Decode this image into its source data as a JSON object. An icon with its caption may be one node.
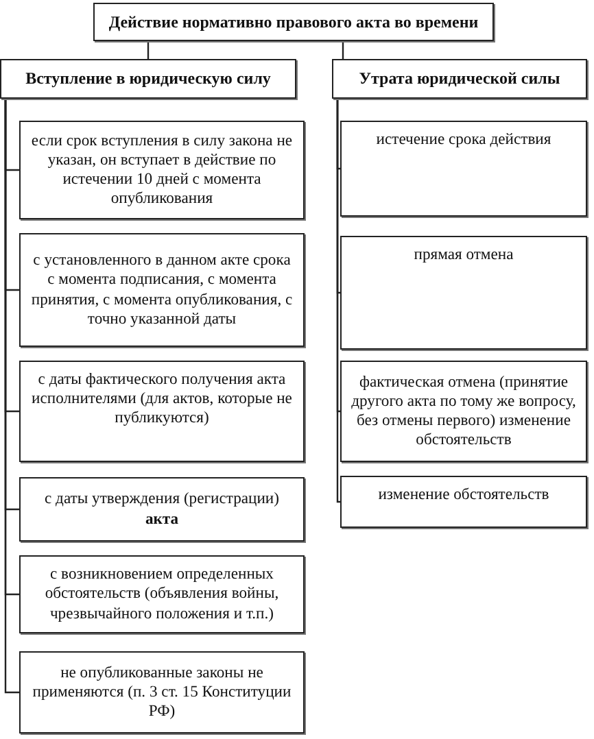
{
  "diagram": {
    "nodes": [
      {
        "text": [
          "Действие нормативно правового акта во времени"
        ]
      },
      {
        "text": [
          "Вступление в юридическую силу"
        ]
      },
      {
        "text": [
          "Утрата юридической силы"
        ]
      },
      {
        "text": [
          "если срок вступления в силу закона не указан, он вступает в действие по истечении 10 дней с момента опубликования"
        ]
      },
      {
        "text": [
          "с установленного в данном акте срока с момента подписания, с момента принятия, с момента опубликования, с точно указанной даты"
        ]
      },
      {
        "text": [
          "с даты фактического получения акта исполнителями (для актов, которые не публикуются)"
        ]
      },
      {
        "text": [
          "с даты утверждения (регистрации) **акта**"
        ]
      },
      {
        "text": [
          "с возникновением определенных обстоятельств (объявления войны, чрезвычайного положения и т.п.)"
        ]
      },
      {
        "text": [
          "не опубликованные законы не применяются (п. 3 ст. 15 Конституции РФ)"
        ]
      },
      {
        "text": [
          "истечение срока действия"
        ]
      },
      {
        "text": [
          "прямая отмена"
        ]
      },
      {
        "text": [
          "фактическая отмена (принятие другого акта по тому же вопросу,  без отмены первого) изменение обстоятельств"
        ]
      },
      {
        "text": [
          "изменение обстоятельств"
        ]
      }
    ],
    "edges": [
      {
        "from": 0,
        "to": 1,
        "arrow": "none"
      },
      {
        "from": 0,
        "to": 2,
        "arrow": "none"
      },
      {
        "from": 1,
        "to": 3,
        "arrow": "none"
      },
      {
        "from": 1,
        "to": 4,
        "arrow": "none"
      },
      {
        "from": 1,
        "to": 5,
        "arrow": "none"
      },
      {
        "from": 1,
        "to": 6,
        "arrow": "none"
      },
      {
        "from": 1,
        "to": 7,
        "arrow": "none"
      },
      {
        "from": 1,
        "to": 8,
        "arrow": "none"
      },
      {
        "from": 2,
        "to": 9,
        "arrow": "none"
      },
      {
        "from": 2,
        "to": 10,
        "arrow": "none"
      },
      {
        "from": 2,
        "to": 11,
        "arrow": "none"
      },
      {
        "from": 2,
        "to": 12,
        "arrow": "none"
      }
    ]
  }
}
